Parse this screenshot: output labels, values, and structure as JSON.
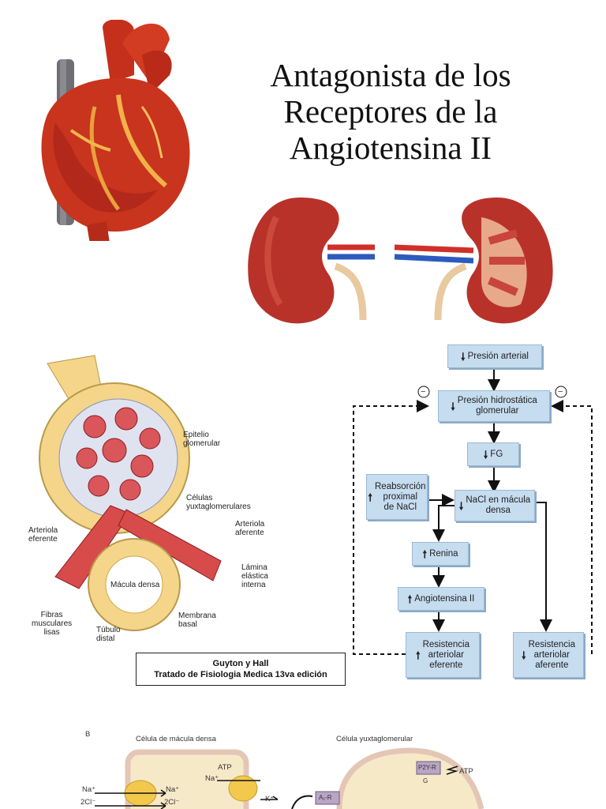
{
  "title": "Antagonista de los\nReceptores de la\nAngiotensina II",
  "flowchart": {
    "presion_arterial": "Presión arterial",
    "presion_hidrostatica": "Presión hidrostática\nglomerular",
    "fg": "FG",
    "reabsorcion": "Reabsorción\nproximal\nde NaCl",
    "nacl": "NaCl en mácula\ndensa",
    "renina": "Renina",
    "angiotensina": "Angiotensina II",
    "resistencia_eferente": "Resistencia\narteriolar\neferente",
    "resistencia_aferente": "Resistencia\narteriolar\naferente",
    "minus": "−",
    "arrow_down": "🠗",
    "arrow_up": "🠕"
  },
  "glomerulus_labels": {
    "epitelio": "Epitelio\nglomerular",
    "celulas": "Células\nyuxtaglomerulares",
    "arteriola_aferente": "Arteriola\naferente",
    "arteriola_eferente": "Arteriola\neferente",
    "lamina": "Lámina\nelástica\ninterna",
    "macula": "Mácula densa",
    "membrana": "Membrana\nbasal",
    "fibras": "Fibras\nmusculares\nlisas",
    "tubulo": "Túbulo\ndistal"
  },
  "caption": {
    "line1": "Guyton y Hall",
    "line2": "Tratado de Fisiologia Medica 13va edición"
  },
  "bottom_figure": {
    "letter": "B",
    "macula_title": "Célula de mácula densa",
    "yuxta_title": "Célula yuxtaglomerular",
    "atp1": "ATP",
    "atp2": "ATP",
    "na1": "Na⁺",
    "na2": "Na⁺",
    "na3": "Na⁺",
    "cl1": "2Cl⁻",
    "cl2": "2Cl⁻",
    "k": "K⁺",
    "a1r": "A₁-R",
    "p2yr": "P2Y-R",
    "g": "G"
  },
  "colors": {
    "box": "#c6dcef",
    "heart": "#c8341d",
    "kidney": "#b8322a"
  }
}
